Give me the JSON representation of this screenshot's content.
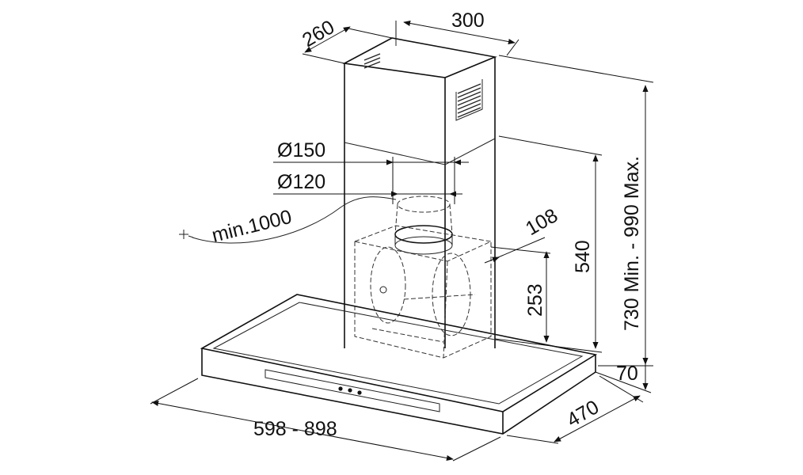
{
  "dimensions": {
    "chimney_depth": "260",
    "chimney_width": "300",
    "height_range": "730 Min. - 990 Max.",
    "chimney_lower": "540",
    "diameter_outer": "Ø150",
    "diameter_inner": "Ø120",
    "cable_length": "min.1000",
    "outlet_offset": "108",
    "outlet_height": "253",
    "hood_thickness": "70",
    "hood_depth": "470",
    "hood_width": "598 - 898"
  },
  "colors": {
    "stroke": "#111111",
    "background": "#ffffff"
  }
}
